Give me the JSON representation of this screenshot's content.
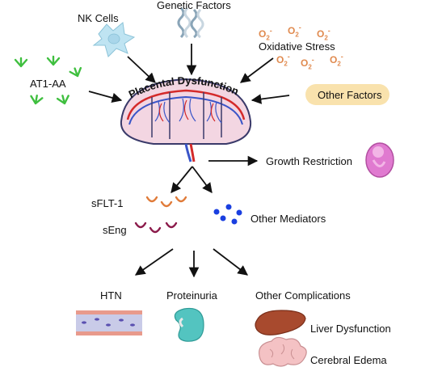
{
  "factors": {
    "nk_cells": "NK Cells",
    "genetic": "Genetic Factors",
    "oxidative": "Oxidative Stress",
    "at1aa": "AT1-AA",
    "other_factors": "Other Factors"
  },
  "oxygen": {
    "symbol": "O",
    "sub": "2",
    "sup": "-"
  },
  "center": {
    "label": "Placental Dysfunction"
  },
  "outcomes": {
    "growth_restriction": "Growth Restriction"
  },
  "mediators": {
    "sflt1": "sFLT-1",
    "seng": "sEng",
    "other": "Other Mediators"
  },
  "complications": {
    "htn": "HTN",
    "proteinuria": "Proteinuria",
    "other": "Other Complications",
    "liver": "Liver Dysfunction",
    "cerebral": "Cerebral Edema"
  },
  "colors": {
    "arrow": "#111111",
    "antibody": "#3fbf3f",
    "nk_cell": "#bfe4f2",
    "oxygen": "#e08a4f",
    "sflt1": "#e07b39",
    "seng": "#8b1a4a",
    "mediator_dot": "#1a3fe0",
    "pill": "#f9e2ad",
    "placenta_red": "#d42a2a",
    "placenta_blue": "#3a55c8",
    "kidney": "#53c4c0",
    "liver": "#a84a2e",
    "brain": "#f4c2c4",
    "fetus": "#e07ad0"
  }
}
